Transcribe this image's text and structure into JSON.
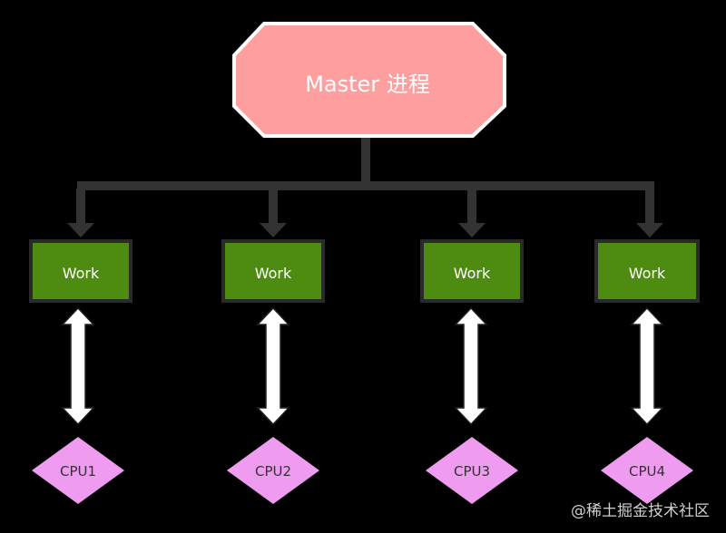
{
  "master": {
    "label": "Master 进程",
    "fill": "#ff9e9e"
  },
  "workers": [
    {
      "label": "Work",
      "cpu": "CPU1"
    },
    {
      "label": "Work",
      "cpu": "CPU2"
    },
    {
      "label": "Work",
      "cpu": "CPU3"
    },
    {
      "label": "Work",
      "cpu": "CPU4"
    }
  ],
  "colors": {
    "worker": "#4e8c11",
    "cpu": "#ef9bef",
    "connector": "#333333",
    "arrow": "#ffffff"
  },
  "watermark": "@稀土掘金技术社区"
}
